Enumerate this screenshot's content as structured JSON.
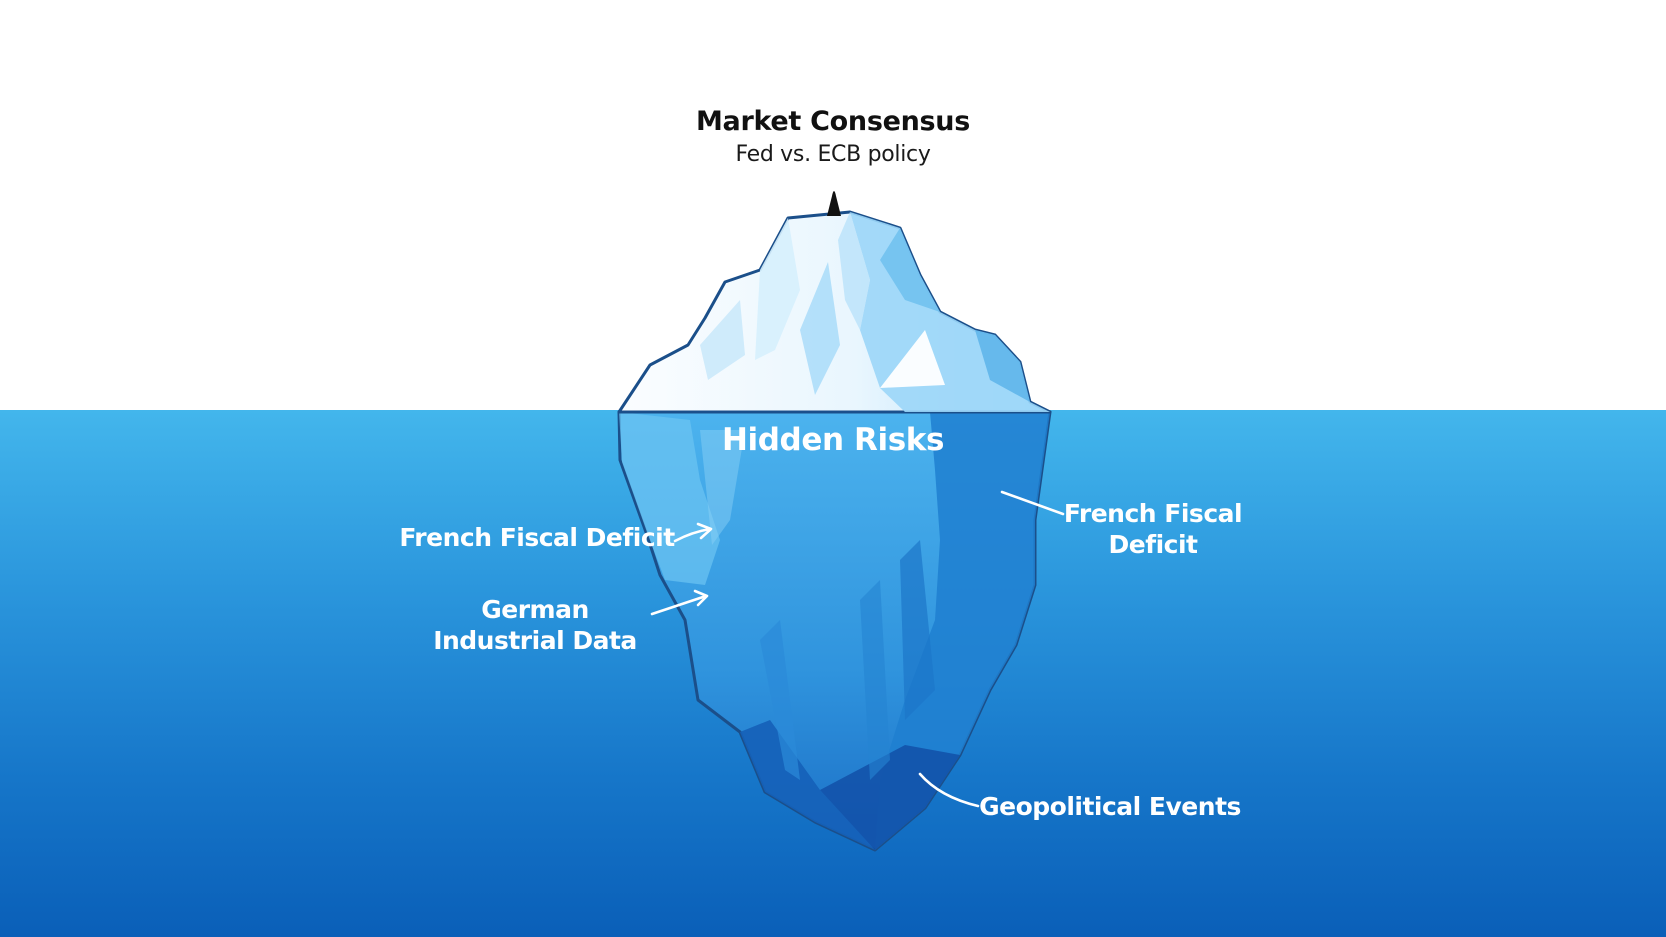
{
  "iceberg": {
    "title": "Market Consensus",
    "subtitle": "Fed vs. ECB policy",
    "hidden_title": "Hidden Risks"
  },
  "risks": {
    "left_upper": "French Fiscal Deficit",
    "left_lower": "German Industrial Data",
    "right_upper": "French Fiscal Deficit",
    "right_lower": "Geopolitical Events"
  },
  "colors": {
    "sky": "#ffffff",
    "water_top": "#43b6ec",
    "water_bottom": "#0a5fb8",
    "ice_white": "#fbfdff",
    "ice_light": "#bfe6fb",
    "ice_mid": "#7cc5f0",
    "ice_under": "#2f9be0",
    "ice_deep": "#1566bd",
    "outline": "#1b4f8a"
  }
}
